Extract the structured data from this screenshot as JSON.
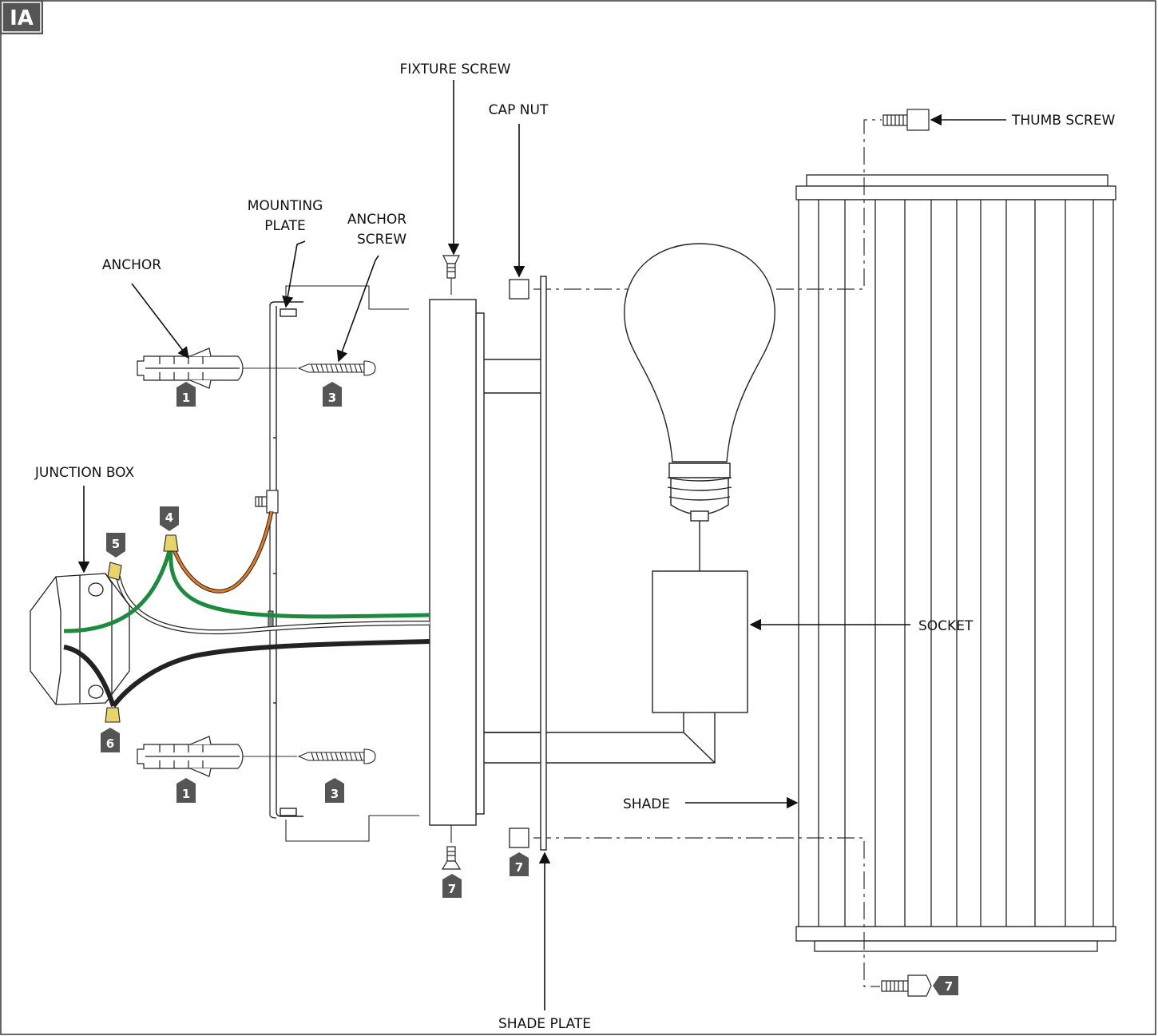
{
  "figure_label": "IA",
  "labels": {
    "fixture_screw": "FIXTURE SCREW",
    "cap_nut": "CAP NUT",
    "thumb_screw": "THUMB SCREW",
    "mounting_plate_1": "MOUNTING",
    "mounting_plate_2": "PLATE",
    "anchor_screw_1": "ANCHOR",
    "anchor_screw_2": "SCREW",
    "anchor": "ANCHOR",
    "junction_box": "JUNCTION BOX",
    "socket": "SOCKET",
    "shade": "SHADE",
    "shade_plate": "SHADE PLATE"
  },
  "tags": {
    "anchor_top": "1",
    "anchor_bottom": "1",
    "screw_top": "3",
    "screw_bottom": "3",
    "ground_nut": "4",
    "white_nut": "5",
    "black_nut": "6",
    "fixture_screw_bottom": "7",
    "cap_nut_bottom": "7",
    "thumb_screw_bottom": "7"
  },
  "colors": {
    "tag": "#555555",
    "ground_wire": "#1e8a3e",
    "orange_wire": "#e07b20",
    "black_wire": "#222222",
    "wire_nut": "#e9d46a"
  }
}
